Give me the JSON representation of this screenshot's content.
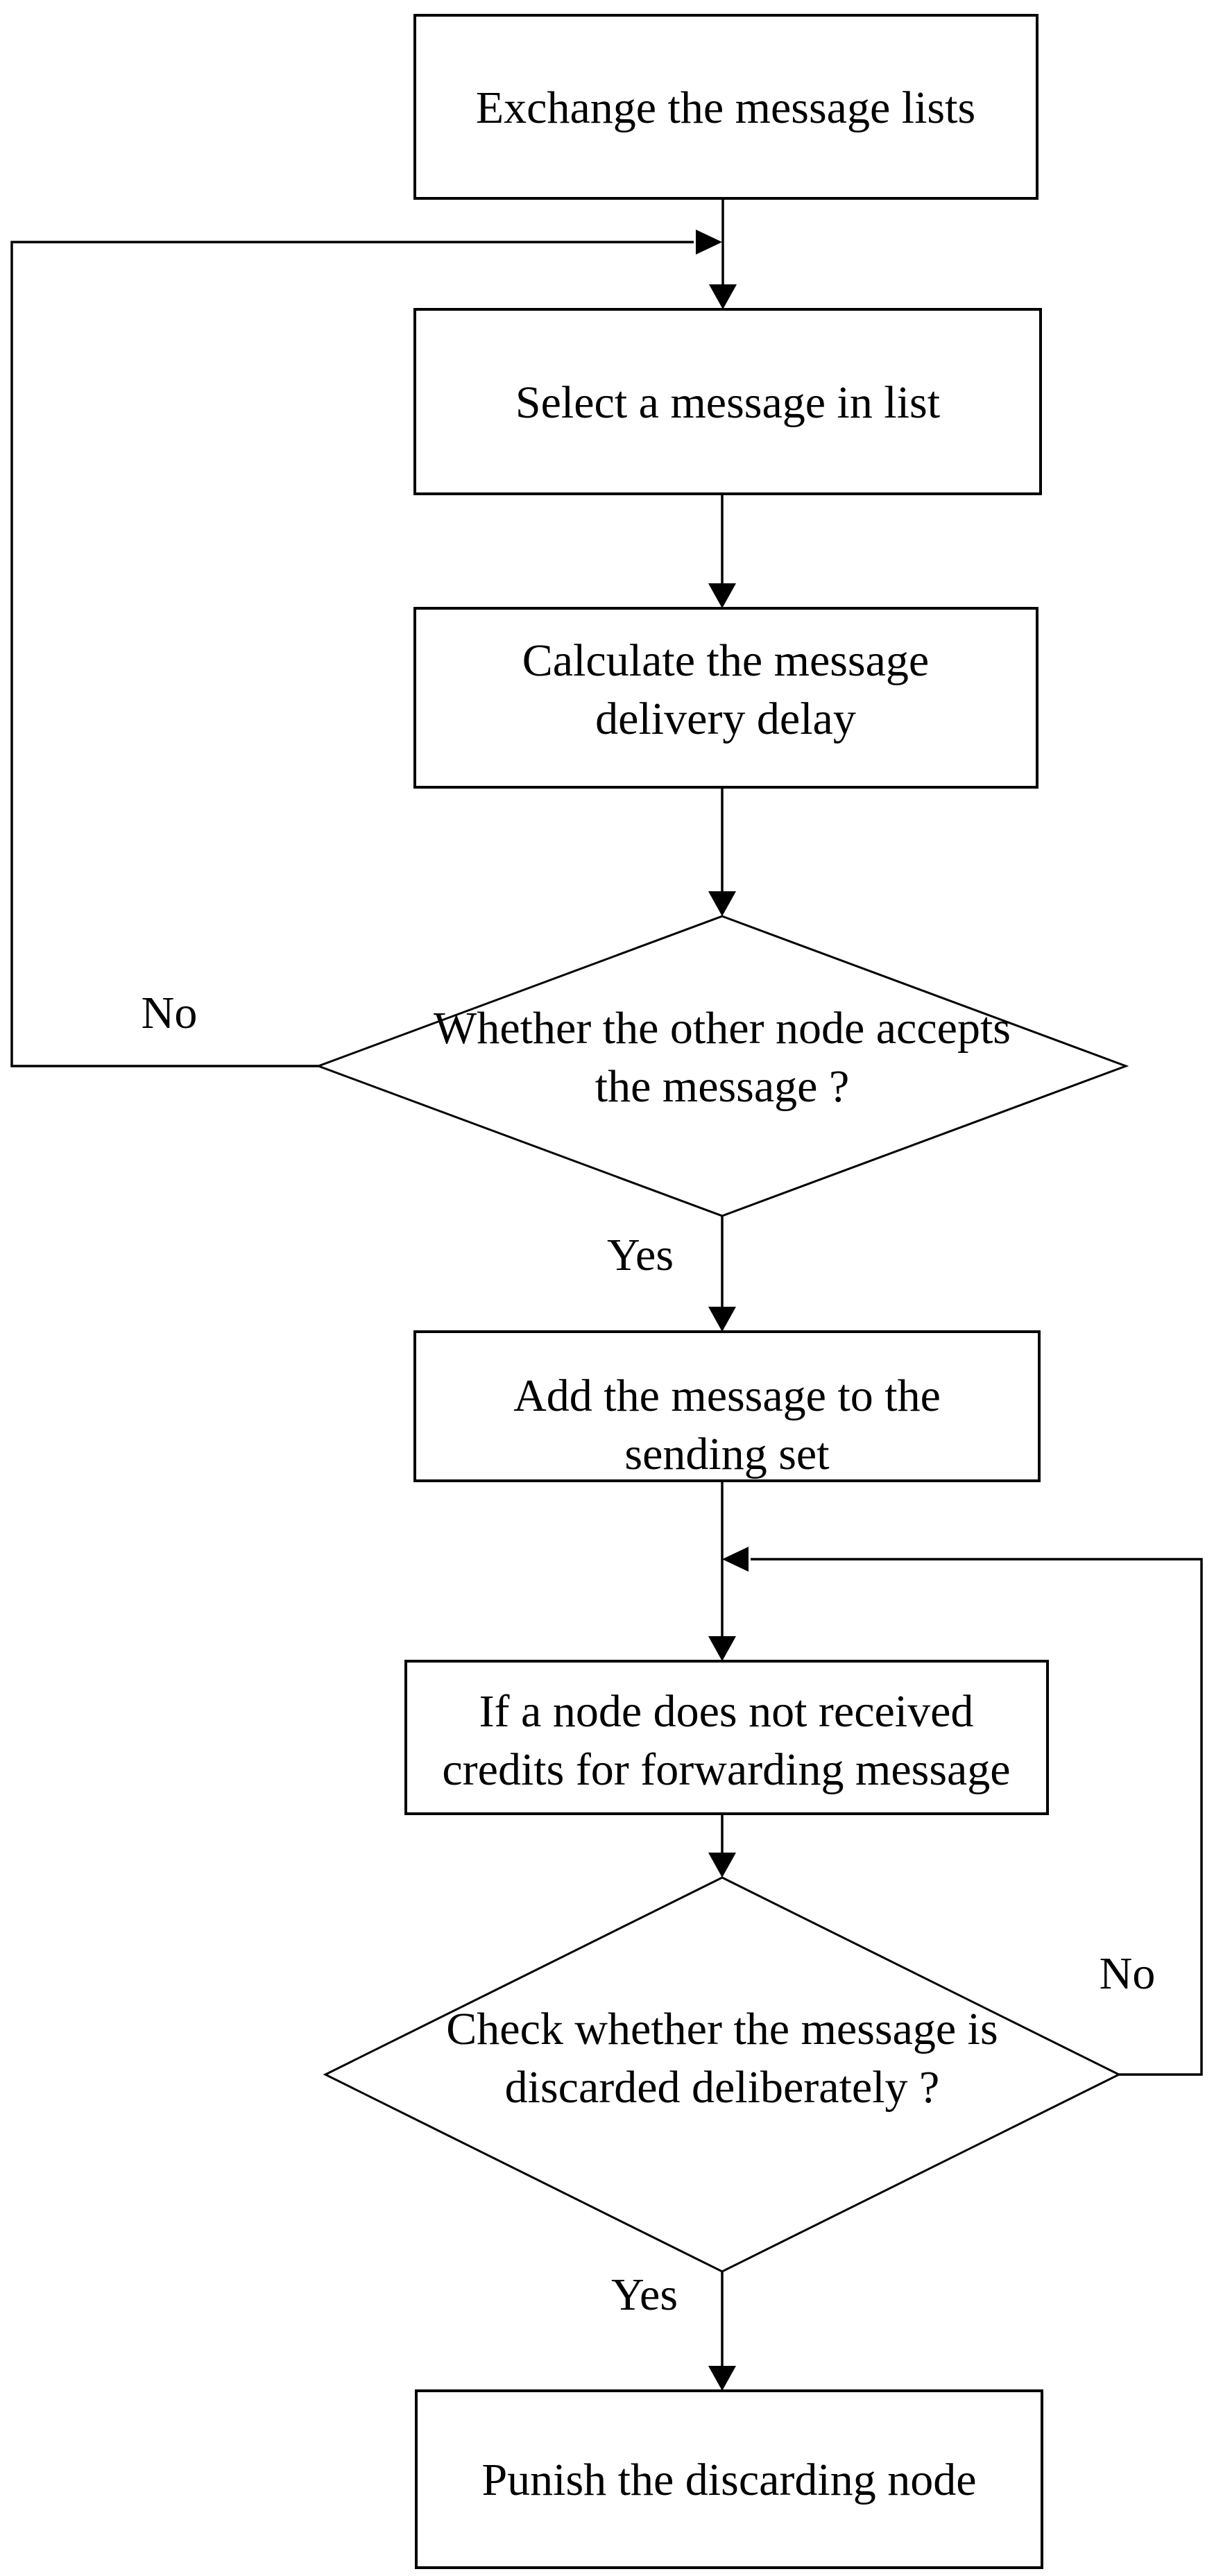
{
  "colors": {
    "ink": "#000000",
    "background": "#ffffff"
  },
  "flowchart": {
    "nodes": [
      {
        "id": "exchange",
        "shape": "process",
        "lines": [
          "Exchange the message lists"
        ]
      },
      {
        "id": "select",
        "shape": "process",
        "lines": [
          "Select a message in list"
        ]
      },
      {
        "id": "calculate",
        "shape": "process",
        "lines": [
          "Calculate the message",
          "delivery delay"
        ]
      },
      {
        "id": "accepts_decision",
        "shape": "decision",
        "lines": [
          "Whether the other node accepts",
          "the message ?"
        ]
      },
      {
        "id": "add_to_sending",
        "shape": "process",
        "lines": [
          "Add the message to the",
          "sending set"
        ]
      },
      {
        "id": "credits_check",
        "shape": "process",
        "lines": [
          "If a node does not received",
          "credits for forwarding message"
        ]
      },
      {
        "id": "discard_decision",
        "shape": "decision",
        "lines": [
          "Check whether the message is",
          "discarded deliberately ?"
        ]
      },
      {
        "id": "punish",
        "shape": "process",
        "lines": [
          "Punish the discarding node"
        ]
      }
    ],
    "labels": {
      "accepts_no": "No",
      "accepts_yes": "Yes",
      "discard_no": "No",
      "discard_yes": "Yes"
    }
  }
}
